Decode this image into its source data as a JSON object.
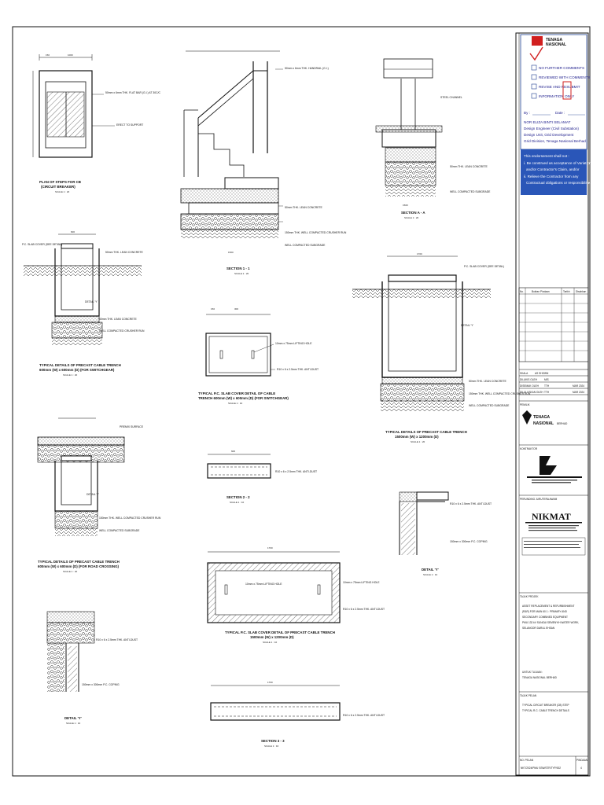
{
  "colors": {
    "line": "#111111",
    "stamp_blue": "#1f3f8f",
    "stamp_red": "#d11f1f",
    "note_panel": "#2a56b8"
  },
  "drawings": {
    "plan_steps": {
      "title_1": "PLAN OF STEPS FOR CB",
      "title_2": "(CIRCUIT BREAKER)",
      "scale": "SCALE 1 : 20",
      "dim_top_1": "150",
      "dim_top_2": "1000",
      "note_1": "50mm x 6mm THK. FLAT BAR (G.I.) AT 30C/C",
      "note_2": "ERECT TO SUPPORT"
    },
    "section_11": {
      "title": "SECTION 1 - 1",
      "scale": "SCALE 1 : 20",
      "note_1": "50mm x 6mm THK. HANDRAIL (G.I.)",
      "note_2": "50mm THK. LEAN CONCRETE",
      "note_3": "150mm THK. WELL COMPACTED CRUSHER RUN",
      "note_4": "WELL COMPACTED SUBGRADE",
      "dim": "1500"
    },
    "section_aa": {
      "title": "SECTION A - A",
      "scale": "SCALE 1 : 20",
      "note_1": "STEEL CHANNEL",
      "note_2": "50mm THK. LEAN CONCRETE",
      "note_3": "WELL COMPACTED SUBGRADE",
      "dim": "1500"
    },
    "trench_600": {
      "title_1": "TYPICAL DETAILS OF PRECAST CABLE TRENCH",
      "title_2": "600mm (W) x 600mm (D) (FOR SWITCHGEAR)",
      "scale": "SCALE 1 : 20",
      "dim_top": "600",
      "note_1": "P.C. SLAB COVER (SEE DETAIL)",
      "note_2": "50mm THK. LEAN CONCRETE",
      "note_3": "WELL COMPACTED CRUSHER RUN",
      "detail_ref": "DETAIL 'Y'"
    },
    "slab_cover_600": {
      "title_1": "TYPICAL P.C. SLAB COVER DETAIL OF CABLE",
      "title_2": "TRENCH 600mm (W) x 600mm (D) (FOR SWITCHGEAR)",
      "scale": "SCALE 1 : 10",
      "note_1": "10mm x 75mm LIFTING HOLE",
      "note_2": "R10 x 6 x 2.5mm THK. ANTI-DUST",
      "dim_1": "150",
      "dim_2": "300"
    },
    "trench_1500": {
      "title_1": "TYPICAL DETAILS OF PRECAST CABLE TRENCH",
      "title_2": "1500mm (W) x 1200mm (D)",
      "scale": "SCALE 1 : 20",
      "dim_top": "1700",
      "note_1": "P.C. SLAB COVER (SEE DETAIL)",
      "note_2": "50mm THK. LEAN CONCRETE",
      "note_3": "150mm THK. WELL COMPACTED CRUSHER RUN",
      "note_4": "WELL COMPACTED SUBGRADE",
      "detail_ref": "DETAIL 'Y'"
    },
    "trench_road": {
      "title_1": "TYPICAL DETAILS OF PRECAST CABLE TRENCH",
      "title_2": "600mm (W) x 600mm (D) (FOR ROAD CROSSING)",
      "scale": "SCALE 1 : 20",
      "note_1": "PREMIX SURFACE",
      "note_2": "150mm THK. WELL COMPACTED CRUSHER RUN",
      "note_3": "WELL COMPACTED SUBGRADE",
      "detail_ref": "DETAIL 'Y'"
    },
    "section_22": {
      "title": "SECTION 2 - 2",
      "scale": "SCALE 1 : 10",
      "note_1": "R10 x 6 x 2.5mm THK. ANTI-DUST",
      "dim": "600"
    },
    "detail_y_right": {
      "title": "DETAIL 'Y'",
      "scale": "SCALE 1 : 10",
      "note_1": "R10 x 6 x 2.5mm THK. ANTI-DUST",
      "note_2": "150mm x 300mm P.C. COPING"
    },
    "slab_cover_1500": {
      "title_1": "TYPICAL P.C. SLAB COVER DETAIL OF PRECAST CABLE TRENCH",
      "title_2": "1500mm (W) x 1200mm (D)",
      "scale": "SCALE 1 : 10",
      "dim": "1700",
      "note_1": "10mm x 75mm LIFTING HOLE",
      "note_2": "R10 x 6 x 2.5mm THK. ANTI-DUST"
    },
    "detail_y_left": {
      "title": "DETAIL 'Y'",
      "scale": "SCALE 1 : 10",
      "note_1": "R10 x 6 x 2.5mm THK. ANTI-DUST",
      "note_2": "150mm x 300mm P.C. COPING"
    },
    "section_33": {
      "title": "SECTION 3 - 3",
      "scale": "SCALE 1 : 10",
      "dim": "1700",
      "note_1": "R10 x 6 x 2.5mm THK. ANTI-DUST"
    }
  },
  "title_block": {
    "stamp": {
      "logo_1": "TENAGA",
      "logo_2": "NASIONAL",
      "options": [
        "NO FURTHER COMMENTS",
        "REVIEWED WITH COMMENTS",
        "REVISE AND RESUBMIT",
        "INFORMATION ONLY"
      ],
      "by_label": "By :",
      "date_label": "Date :",
      "signer_1": "NOR ELIZA BINTI SELAMAT",
      "signer_2": "Design Engineer (Civil Substation)",
      "signer_3": "Design Unit, Grid Development",
      "signer_4": "Grid Division, Tenaga Nasional Berhad"
    },
    "notice": {
      "heading": "This endorsement shall not :",
      "line_1": "i.  Be construed as acceptance of Variation",
      "line_2": "and/or Contractor's Claim, and/or",
      "line_3": "ii. Relieve the Contractor from any",
      "line_4": "Contractual obligations or responsibilities"
    },
    "revision_headers": [
      "No.",
      "Butiran Pindaan",
      "Tarikh",
      "Disahkan"
    ],
    "client_label": "PEMILIK",
    "client_1": "TENAGA",
    "client_2": "NASIONAL",
    "client_3": "BERHAD",
    "contractor_label": "KONTRAKTOR",
    "consultant_label": "PERUNDING JURUTERA AWAM",
    "consultant_name": "NIKMAT",
    "project_label": "TAJUK PROJEK",
    "project_lines": [
      "ASSET REPLACEMENT & REFURBISHMENT",
      "(R&R) FOR MAIN 60 1 : PRIMARY AND",
      "SECONDARY COMBINED EQUIPMENT",
      "PMU 132 kV SUNGAI SEMENYIH WATER WORK,",
      "SELANGOR DARUL EHSAN"
    ],
    "purpose_label": "UNTUK TUJUAN :",
    "purpose_value": "TENAGA NASIONAL BERHAD",
    "drawing_title_label": "TAJUK PELAN",
    "drawing_title_1": "TYPICAL CIRCUIT BREAKER (CB) STEP",
    "drawing_title_2": "TYPICAL R.C. CABLE TRENCH DETAILS",
    "drawing_no_label": "NO. PELAN",
    "drawing_no": "NKT/2024/PMU SSW/STR/TYP/002",
    "revision_label": "PINDAAN",
    "revision": "4",
    "meta": {
      "scale_label": "SKALA",
      "scale_value": "AS SHOWN",
      "drawn_label": "DILUKIS OLEH",
      "drawn_value": "MIS",
      "checked_label": "DISEMAK OLEH",
      "checked_value": "TTH",
      "approved_label": "DILULUSKAN OLEH",
      "approved_value": "TTH",
      "date_1": "MAR 2024",
      "date_2": "MAR 2024"
    }
  }
}
